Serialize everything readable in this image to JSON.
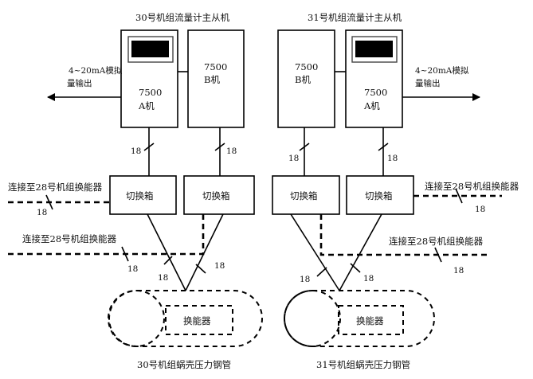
{
  "titles": {
    "left_group": "30号机组流量计主从机",
    "right_group": "31号机组流量计主从机"
  },
  "meters": {
    "left_a": [
      "7500",
      "A机"
    ],
    "left_b": [
      "7500",
      "B机"
    ],
    "right_b": [
      "7500",
      "B机"
    ],
    "right_a": [
      "7500",
      "A机"
    ]
  },
  "outputs": {
    "left": [
      "4~20mA模拟",
      "量输出"
    ],
    "right": [
      "4~20mA模拟",
      "量输出"
    ]
  },
  "switch_boxes": [
    "切换箱",
    "切换箱",
    "切换箱",
    "切换箱"
  ],
  "transducers": [
    "换能器",
    "换能器"
  ],
  "connect_notes": [
    "连接至28号机组换能器",
    "连接至28号机组换能器",
    "连接至28号机组换能器",
    "连接至28号机组换能器"
  ],
  "cable_label": "18",
  "pipe_labels": {
    "left": "30号机组蜗壳压力钢管",
    "right": "31号机组蜗壳压力钢管"
  }
}
